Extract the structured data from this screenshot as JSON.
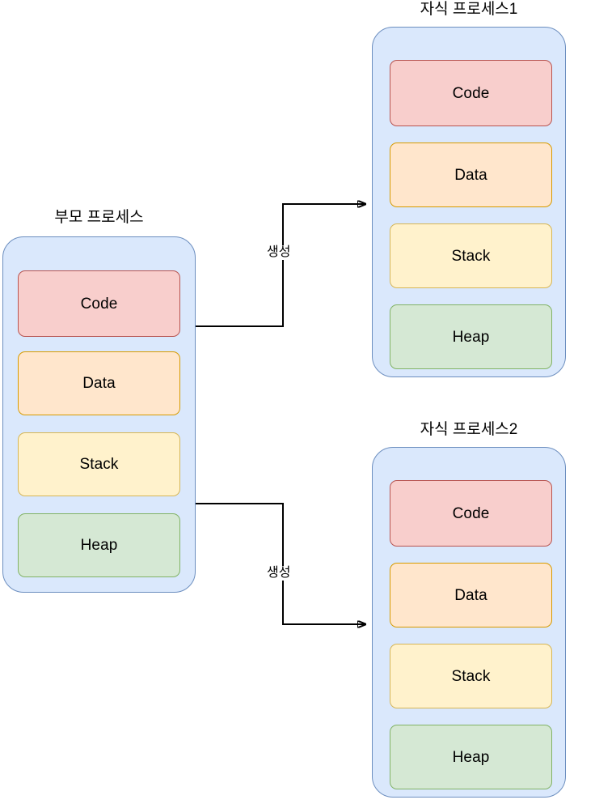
{
  "diagram": {
    "title": "Process fork diagram",
    "colors": {
      "container_fill": "#dae8fc",
      "container_stroke": "#6c8ebf",
      "code_fill": "#f8cecc",
      "code_stroke": "#b85450",
      "data_fill": "#ffe6cc",
      "data_stroke": "#d79b00",
      "stack_fill": "#fff2cc",
      "stack_stroke": "#d6b656",
      "heap_fill": "#d5e8d4",
      "heap_stroke": "#82b366",
      "edge_stroke": "#000000",
      "background": "#ffffff"
    }
  },
  "parent_process": {
    "title": "부모 프로세스",
    "segments": [
      {
        "label": "Code"
      },
      {
        "label": "Data"
      },
      {
        "label": "Stack"
      },
      {
        "label": "Heap"
      }
    ]
  },
  "child_process_1": {
    "title": "자식 프로세스1",
    "segments": [
      {
        "label": "Code"
      },
      {
        "label": "Data"
      },
      {
        "label": "Stack"
      },
      {
        "label": "Heap"
      }
    ]
  },
  "child_process_2": {
    "title": "자식 프로세스2",
    "segments": [
      {
        "label": "Code"
      },
      {
        "label": "Data"
      },
      {
        "label": "Stack"
      },
      {
        "label": "Heap"
      }
    ]
  },
  "edges": [
    {
      "label": "생성",
      "from": "parent_process",
      "to": "child_process_1"
    },
    {
      "label": "생성",
      "from": "parent_process",
      "to": "child_process_2"
    }
  ]
}
